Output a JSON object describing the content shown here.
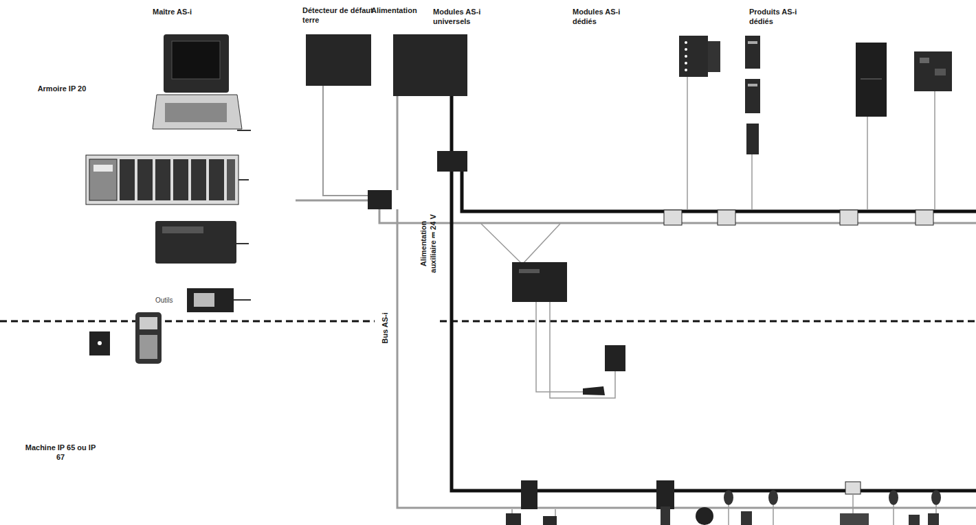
{
  "diagram": {
    "nodes": [
      {
        "text": [
          "Détecteur de défaut terre"
        ]
      },
      {
        "text": [
          "Alimentation"
        ]
      }
    ],
    "labels": [
      "Maître AS-i",
      "Modules AS-i universels",
      "Modules AS-i dédiés",
      "Produits AS-i dédiés",
      "Armoire IP 20",
      "Outils",
      "Bus AS-i",
      "Alimentation auxiliaire ⎓ 24 V",
      "Machine IP 65 ou IP 67"
    ]
  }
}
